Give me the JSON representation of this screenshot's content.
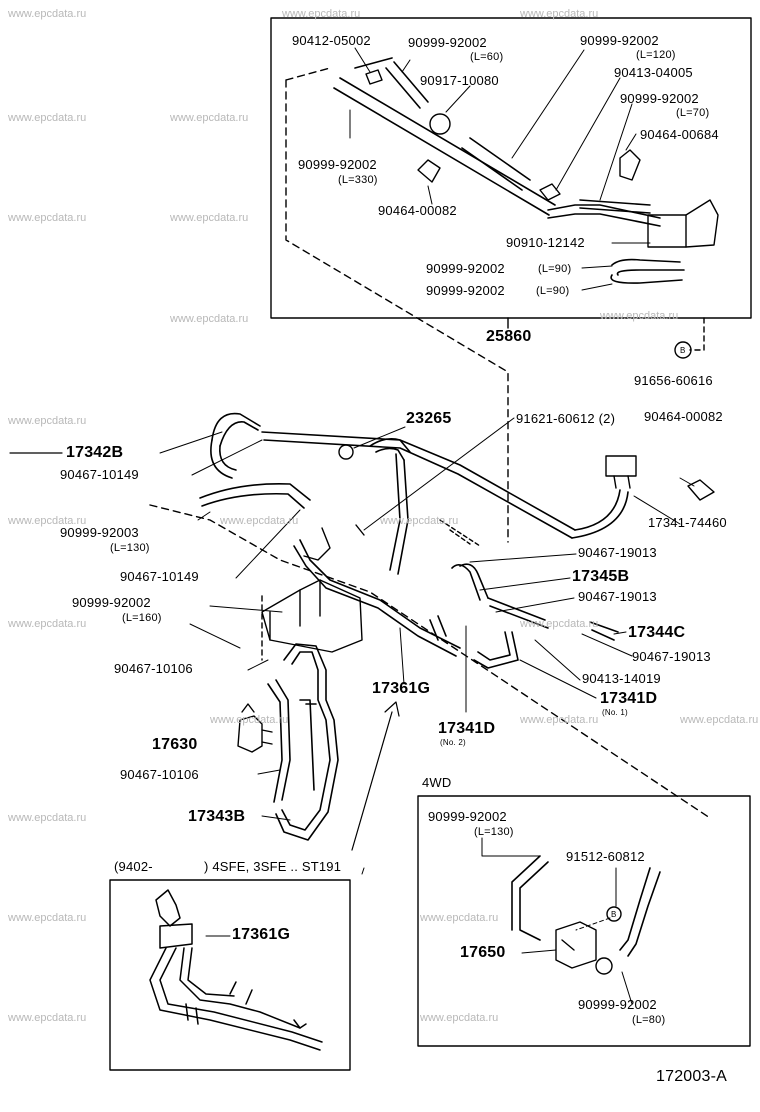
{
  "watermark": "www.epcdata.ru",
  "diagram_code": "172003-A",
  "labels": {
    "p90412_05002": "90412-05002",
    "p90999_92002_l60": "90999-92002",
    "l60": "(L=60)",
    "p90999_92002_l120": "90999-92002",
    "l120": "(L=120)",
    "p90917_10080": "90917-10080",
    "p90413_04005": "90413-04005",
    "p90999_92002_l70": "90999-92002",
    "l70": "(L=70)",
    "p90464_00684": "90464-00684",
    "p90999_92002_l330": "90999-92002",
    "l330": "(L=330)",
    "p90464_00082_top": "90464-00082",
    "p90910_12142": "90910-12142",
    "p90999_92002_l90a": "90999-92002",
    "l90a": "(L=90)",
    "p90999_92002_l90b": "90999-92002",
    "l90b": "(L=90)",
    "p25860": "25860",
    "p91656_60616": "91656-60616",
    "b_marker": "B",
    "p23265": "23265",
    "p91621_60612": "91621-60612 (2)",
    "p90464_00082": "90464-00082",
    "p17342b": "17342B",
    "p90467_10149_a": "90467-10149",
    "p90999_92003": "90999-92003",
    "l130": "(L=130)",
    "p17341_74460": "17341-74460",
    "p90467_19013_a": "90467-19013",
    "p90467_10149_b": "90467-10149",
    "p17345b": "17345B",
    "p90999_92002_l160": "90999-92002",
    "l160": "(L=160)",
    "p90467_19013_b": "90467-19013",
    "p17344c": "17344C",
    "p90467_10106_a": "90467-10106",
    "p90467_19013_c": "90467-19013",
    "p17361g": "17361G",
    "p90413_14019": "90413-14019",
    "p17341d_1": "17341D",
    "no1": "(No. 1)",
    "p17341d_2": "17341D",
    "no2": "(No. 2)",
    "p17630": "17630",
    "p90467_10106_b": "90467-10106",
    "fourwd": "4WD",
    "p17343b": "17343B",
    "p90999_92002_l130_4wd": "90999-92002",
    "l130_4wd": "(L=130)",
    "p91512_60812": "91512-60812",
    "p17650": "17650",
    "p90999_92002_l80": "90999-92002",
    "l80": "(L=80)",
    "inset_range": "(9402-",
    "inset_models": ") 4SFE, 3SFE .. ST191",
    "p17361g_inset": "17361G"
  }
}
